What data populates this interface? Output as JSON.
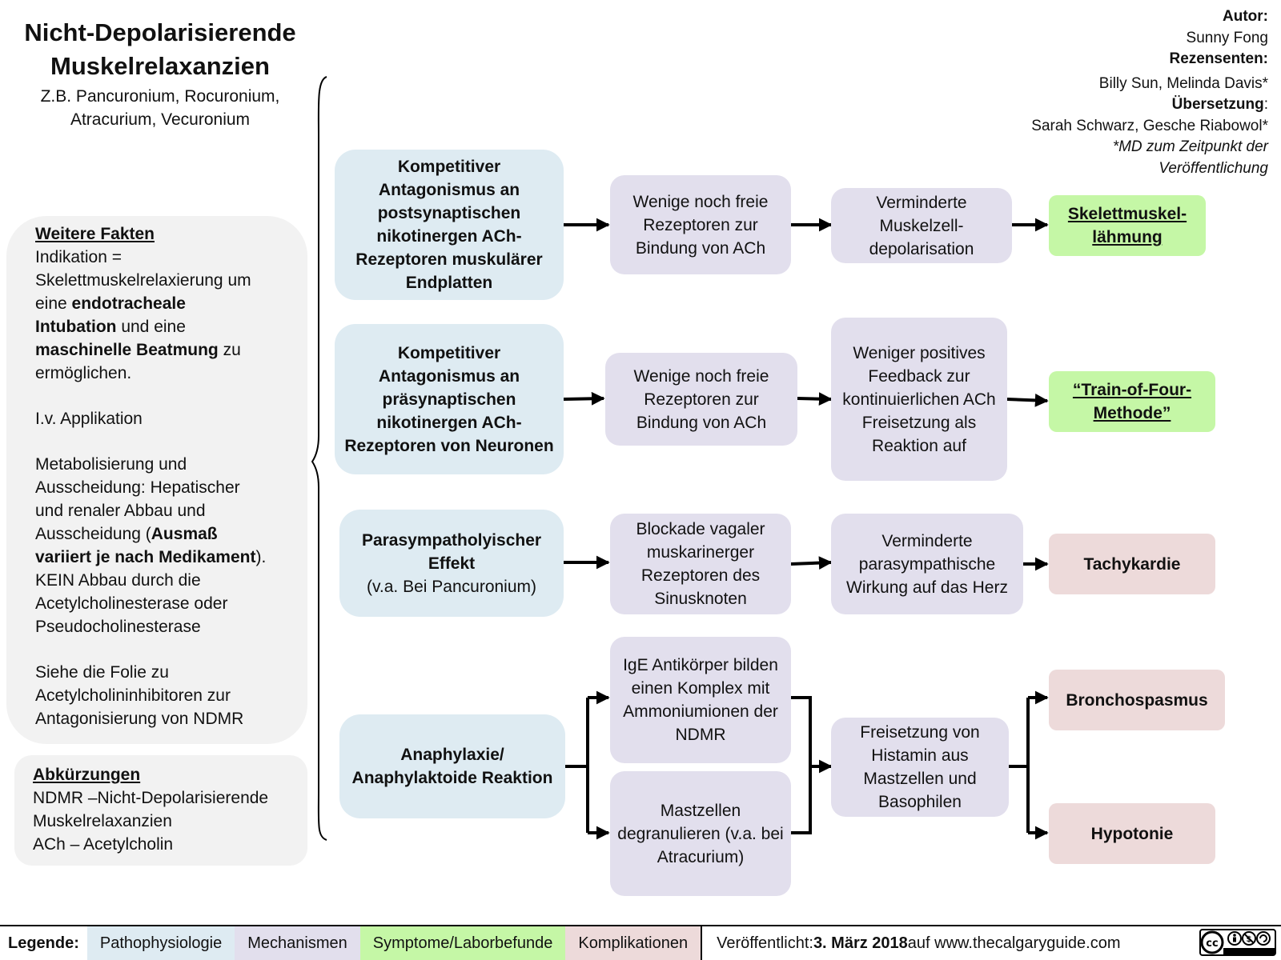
{
  "title": {
    "line1": "Nicht-Depolarisierende",
    "line2": "Muskelrelaxanzien",
    "sub1": "Z.B. Pancuronium, Rocuronium,",
    "sub2": "Atracurium, Vecuronium"
  },
  "credits": {
    "author_label": "Autor:",
    "author": "Sunny Fong",
    "reviewers_label": "Rezensenten:",
    "reviewers": "Billy Sun,  Melinda Davis*",
    "translation_label": "Übersetzung",
    "translation_colon": ":",
    "translators": "Sarah Schwarz, Gesche Riabowol*",
    "note1": "*MD zum Zeitpunkt der",
    "note2": "Veröffentlichung"
  },
  "facts": {
    "heading": "Weitere Fakten",
    "ind1": "Indikation =",
    "ind2": "Skelettmuskelrelaxierung um",
    "ind3a": "eine ",
    "ind3b": "endotracheale",
    "ind4a": "Intubation",
    "ind4b": " und eine",
    "ind5a": "maschinelle Beatmung",
    "ind5b": " zu",
    "ind6": "ermöglichen.",
    "iv": "I.v. Applikation",
    "met1": "Metabolisierung und",
    "met2": "Ausscheidung:  Hepatischer",
    "met3": "und renaler Abbau und",
    "met4a": "Ausscheidung (",
    "met4b": "Ausmaß",
    "met5a": "variiert je nach Medikament",
    "met5b": ").",
    "met6": "KEIN Abbau durch die",
    "met7": "Acetylcholinesterase oder",
    "met8": "Pseudocholinesterase",
    "see1": "Siehe die Folie zu",
    "see2": "Acetylcholininhibitoren zur",
    "see3": "Antagonisierung von NDMR"
  },
  "abbr": {
    "heading": "Abkürzungen",
    "l1": "NDMR –Nicht-Depolarisierende",
    "l2": "Muskelrelaxanzien",
    "l3": "ACh – Acetylcholin"
  },
  "nodes": {
    "p1": "Kompetitiver Antagonismus an postsynaptischen nikotinergen ACh-Rezeptoren muskulärer Endplatten",
    "p2": "Kompetitiver Antagonismus an präsynaptischen nikotinergen ACh-Rezeptoren von Neuronen",
    "p3a": "Parasympatholyischer Effekt",
    "p3b": "(v.a. Bei Pancuronium)",
    "p4": "Anaphylaxie/ Anaphylaktoide Reaktion",
    "m1": "Wenige noch freie Rezeptoren zur Bindung von ACh",
    "m2": "Wenige noch freie Rezeptoren zur Bindung von ACh",
    "m3": "Blockade vagaler muskarinerger Rezeptoren des Sinusknoten",
    "m4": "IgE Antikörper bilden einen Komplex mit Ammoniumionen der NDMR",
    "m5": "Mastzellen degranulieren (v.a. bei Atracurium)",
    "n1": "Verminderte Muskelzell-depolarisation",
    "n2": "Weniger positives Feedback zur kontinuierlichen ACh Freisetzung als Reaktion auf",
    "n3": "Verminderte parasympathische Wirkung auf das Herz",
    "n4": "Freisetzung von Histamin aus Mastzellen und Basophilen",
    "s1": "Skelettmuskel-lähmung",
    "s2": "“Train-of-Four-Methode”",
    "c1": "Tachykardie",
    "c2": "Bronchospasmus",
    "c3": "Hypotonie"
  },
  "legend": {
    "label": "Legende:",
    "items": [
      {
        "label": "Pathophysiologie",
        "color": "#deebf2"
      },
      {
        "label": "Mechanismen",
        "color": "#e2dfed"
      },
      {
        "label": "Symptome/Laborbefunde",
        "color": "#c5f7a6"
      },
      {
        "label": "Komplikationen",
        "color": "#eddada"
      }
    ],
    "published_prefix": "Veröffentlicht: ",
    "published_date": "3. März 2018",
    "published_suffix": " auf www.thecalgaryguide.com"
  }
}
